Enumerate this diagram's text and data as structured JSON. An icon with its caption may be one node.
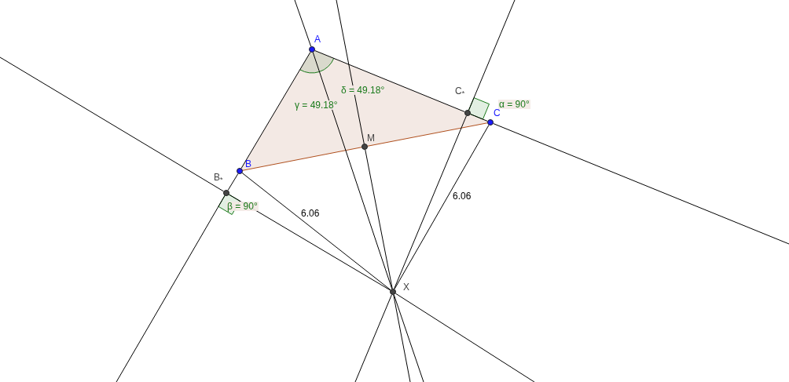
{
  "diagram": {
    "nodes": [
      {
        "text": [],
        "shape": "circle",
        "beside": [
          "A"
        ]
      },
      {
        "text": [],
        "shape": "circle",
        "beside": [
          "C$_{*}$"
        ]
      },
      {
        "text": [],
        "shape": "circle",
        "beside": [
          "C"
        ]
      },
      {
        "text": [],
        "shape": "circle",
        "beside": [
          "M"
        ]
      },
      {
        "text": [],
        "shape": "circle",
        "beside": [
          "B"
        ]
      },
      {
        "text": [],
        "shape": "circle",
        "beside": [
          "B$_{*}$"
        ]
      },
      {
        "text": [],
        "shape": "circle",
        "beside": [
          "X"
        ]
      }
    ],
    "edges": [
      {
        "from": 0,
        "to": 4,
        "arrow": "none"
      },
      {
        "from": 4,
        "to": 5,
        "arrow": "none"
      },
      {
        "from": 5,
        "to": null,
        "arrow": "none"
      },
      {
        "from": 0,
        "to": 1,
        "arrow": "none"
      },
      {
        "from": 1,
        "to": 2,
        "arrow": "none"
      },
      {
        "from": 2,
        "to": null,
        "arrow": "none"
      },
      {
        "from": 4,
        "to": 3,
        "arrow": "none",
        "color": "#b0501e"
      },
      {
        "from": 3,
        "to": 2,
        "arrow": "none",
        "color": "#b0501e"
      },
      {
        "from": 4,
        "to": 6,
        "arrow": "none",
        "label": "6.06"
      },
      {
        "from": 2,
        "to": 6,
        "arrow": "none",
        "label": "6.06"
      },
      {
        "from": null,
        "to": 0,
        "arrow": "none"
      },
      {
        "from": 0,
        "to": 6,
        "arrow": "none"
      },
      {
        "from": 6,
        "to": null,
        "arrow": "none"
      },
      {
        "from": null,
        "to": 3,
        "arrow": "none"
      },
      {
        "from": 3,
        "to": 6,
        "arrow": "none"
      },
      {
        "from": 6,
        "to": null,
        "arrow": "none"
      },
      {
        "from": null,
        "to": 1,
        "arrow": "none"
      },
      {
        "from": 1,
        "to": 6,
        "arrow": "none"
      },
      {
        "from": 6,
        "to": null,
        "arrow": "none"
      },
      {
        "from": null,
        "to": 5,
        "arrow": "none"
      },
      {
        "from": 5,
        "to": 6,
        "arrow": "none"
      },
      {
        "from": 6,
        "to": null,
        "arrow": "none"
      }
    ],
    "labels": [
      "γ = 49.18°",
      "δ = 49.18°",
      "α = 90°",
      "β = 90°"
    ]
  }
}
